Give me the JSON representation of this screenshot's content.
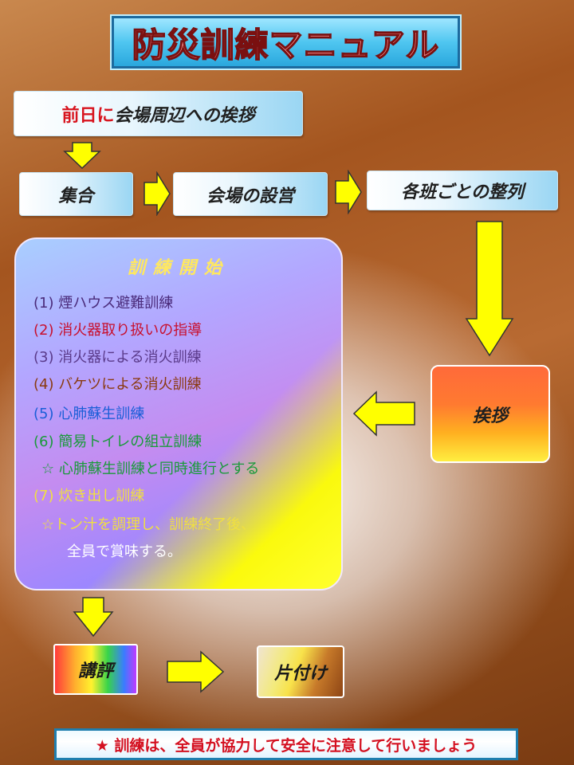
{
  "title": "防災訓練マニュアル",
  "flow": {
    "prev_day_red": "前日に",
    "prev_day_rest": "会場周辺への挨拶",
    "assembly": "集合",
    "setup": "会場の設営",
    "lineup": "各班ごとの整列",
    "greeting": "挨拶",
    "review": "講評",
    "cleanup": "片付け"
  },
  "training": {
    "heading": "訓練開始",
    "steps": [
      {
        "text": "(1) 煙ハウス避難訓練",
        "color": "#4a2a7a"
      },
      {
        "text": "(2) 消火器取り扱いの指導",
        "color": "#c8102e"
      },
      {
        "text": "(3) 消火器による消火訓練",
        "color": "#5a3a8a"
      },
      {
        "text": "(4) バケツによる消火訓練",
        "color": "#8a3a10"
      },
      {
        "text": "(5) 心肺蘇生訓練",
        "color": "#1a5ed8"
      },
      {
        "text": "(6) 簡易トイレの組立訓練",
        "color": "#1a9a3a"
      },
      {
        "text": "☆ 心肺蘇生訓練と同時進行とする",
        "color": "#1a9a3a"
      },
      {
        "text": "(7) 炊き出し訓練",
        "color": "#f0e040"
      },
      {
        "text": "☆トン汁を調理し、訓練終了後、",
        "color": "#f0e040"
      },
      {
        "text": "全員で賞味する。",
        "color": "#ffffff"
      }
    ]
  },
  "footer": "★ 訓練は、全員が協力して安全に注意して行いましょう",
  "colors": {
    "arrow_fill": "#ffff00",
    "arrow_stroke": "#333333",
    "title_text": "#ff9a9a",
    "footer_text": "#d41020"
  }
}
